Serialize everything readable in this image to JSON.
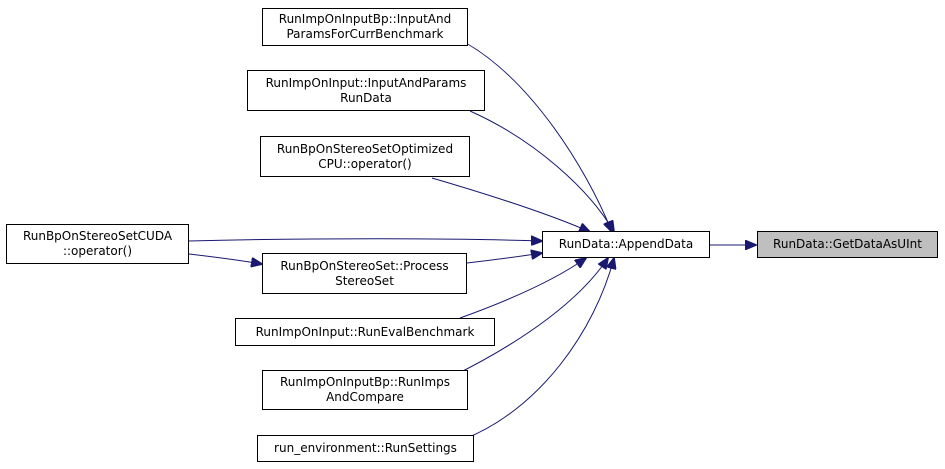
{
  "graph": {
    "nodes": {
      "n_input_params_curr": {
        "lines": [
          "RunImpOnInputBp::InputAnd",
          "ParamsForCurrBenchmark"
        ],
        "focus": false
      },
      "n_input_params_run": {
        "lines": [
          "RunImpOnInput::InputAndParams",
          "RunData"
        ],
        "focus": false
      },
      "n_optimized_cpu": {
        "lines": [
          "RunBpOnStereoSetOptimized",
          "CPU::operator()"
        ],
        "focus": false
      },
      "n_cuda": {
        "lines": [
          "RunBpOnStereoSetCUDA",
          "::operator()"
        ],
        "focus": false
      },
      "n_process": {
        "lines": [
          "RunBpOnStereoSet::Process",
          "StereoSet"
        ],
        "focus": false
      },
      "n_eval": {
        "lines": [
          "RunImpOnInput::RunEvalBenchmark"
        ],
        "focus": false
      },
      "n_run_imps": {
        "lines": [
          "RunImpOnInputBp::RunImps",
          "AndCompare"
        ],
        "focus": false
      },
      "n_run_settings": {
        "lines": [
          "run_environment::RunSettings"
        ],
        "focus": false
      },
      "n_append": {
        "lines": [
          "RunData::AppendData"
        ],
        "focus": false
      },
      "n_get_uint": {
        "lines": [
          "RunData::GetDataAsUInt"
        ],
        "focus": true
      }
    },
    "edges": [
      {
        "from": "n_input_params_curr",
        "to": "n_append"
      },
      {
        "from": "n_input_params_run",
        "to": "n_append"
      },
      {
        "from": "n_optimized_cpu",
        "to": "n_append"
      },
      {
        "from": "n_cuda",
        "to": "n_append"
      },
      {
        "from": "n_cuda",
        "to": "n_process"
      },
      {
        "from": "n_process",
        "to": "n_append"
      },
      {
        "from": "n_eval",
        "to": "n_append"
      },
      {
        "from": "n_run_imps",
        "to": "n_append"
      },
      {
        "from": "n_run_settings",
        "to": "n_append"
      },
      {
        "from": "n_append",
        "to": "n_get_uint"
      }
    ],
    "colors": {
      "edge": "#191970",
      "node_border": "#000000",
      "node_fill": "#ffffff",
      "focus_fill": "#bfbfbf"
    }
  }
}
